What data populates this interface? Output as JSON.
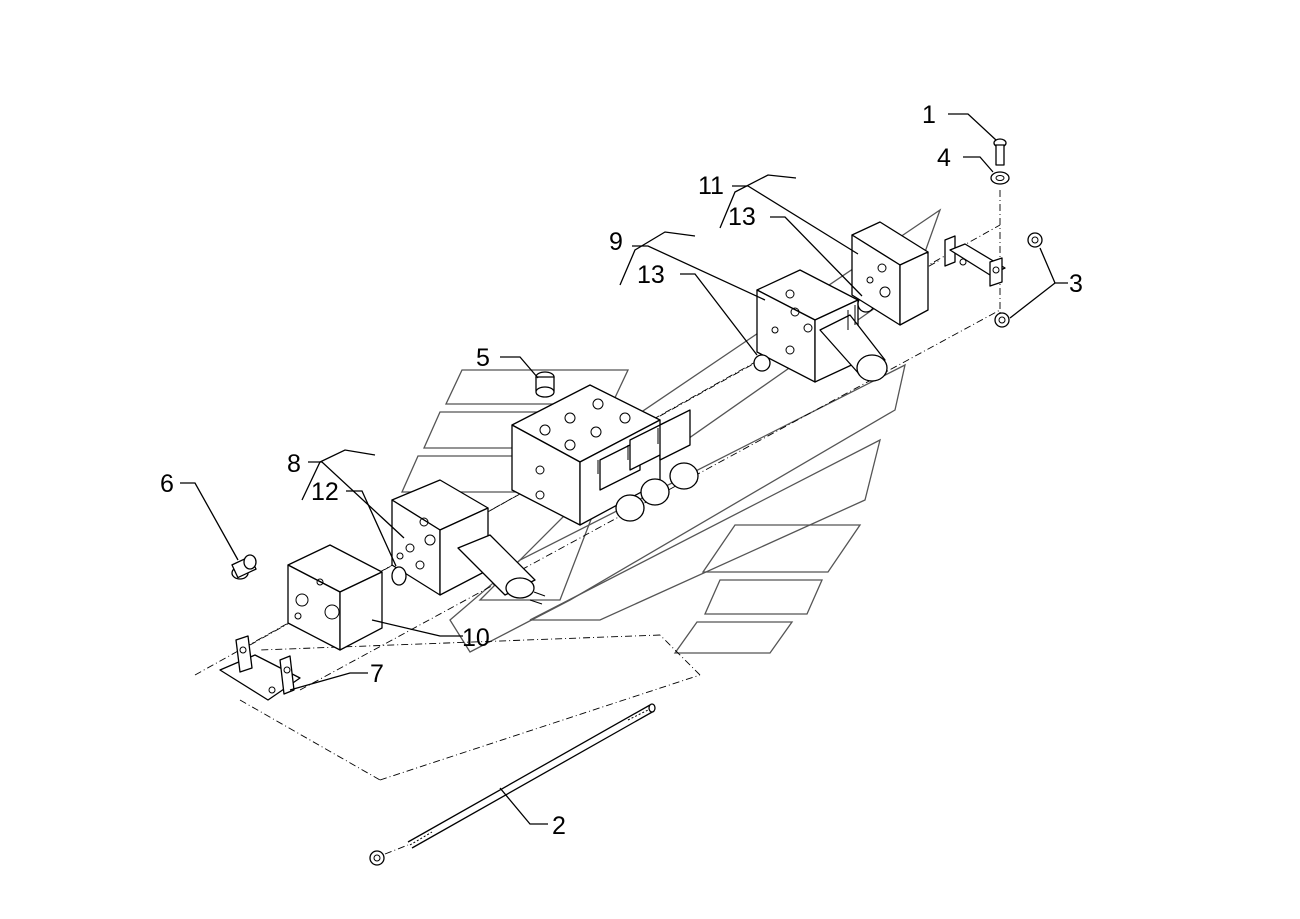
{
  "diagram": {
    "callouts": [
      {
        "id": "1",
        "text": "1"
      },
      {
        "id": "2",
        "text": "2"
      },
      {
        "id": "3",
        "text": "3"
      },
      {
        "id": "4",
        "text": "4"
      },
      {
        "id": "5",
        "text": "5"
      },
      {
        "id": "6",
        "text": "6"
      },
      {
        "id": "7",
        "text": "7"
      },
      {
        "id": "8",
        "text": "8"
      },
      {
        "id": "9",
        "text": "9"
      },
      {
        "id": "10",
        "text": "10"
      },
      {
        "id": "11",
        "text": "11"
      },
      {
        "id": "12a",
        "text": "12"
      },
      {
        "id": "13a",
        "text": "13"
      },
      {
        "id": "13b",
        "text": "13"
      }
    ],
    "colors": {
      "ink": "#000000",
      "watermark": "#555555",
      "background": "#ffffff"
    }
  }
}
